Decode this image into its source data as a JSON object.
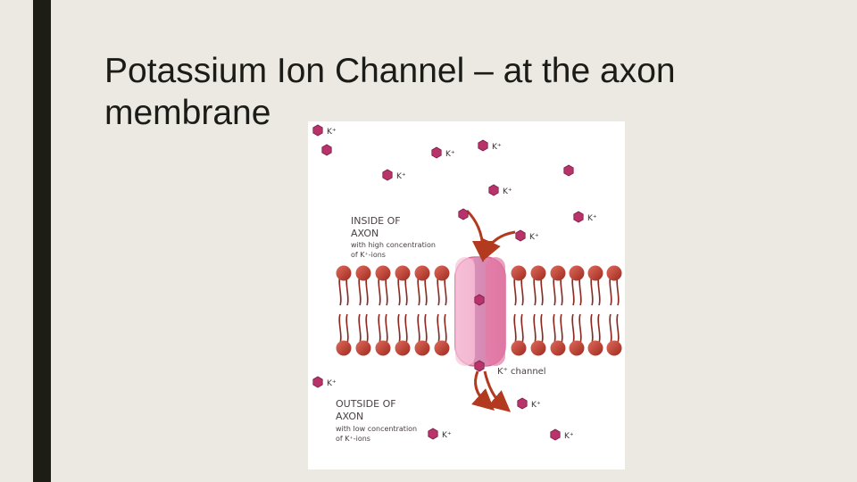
{
  "slide": {
    "title": "Potassium Ion Channel – at the axon membrane"
  },
  "diagram": {
    "inside_label": [
      "INSIDE OF",
      "AXON",
      "with high concentration",
      "of K⁺-ions"
    ],
    "outside_label": [
      "OUTSIDE OF",
      "AXON",
      "with low concentration",
      "of K⁺-ions"
    ],
    "channel_label": "K⁺ channel",
    "ion_label": "K⁺",
    "colors": {
      "ion": "#b8336a",
      "lipid_head": "#c0392b",
      "channel": "#e58fb4",
      "arrow": "#b23a1e",
      "accent_bar": "#1d1d16"
    }
  }
}
